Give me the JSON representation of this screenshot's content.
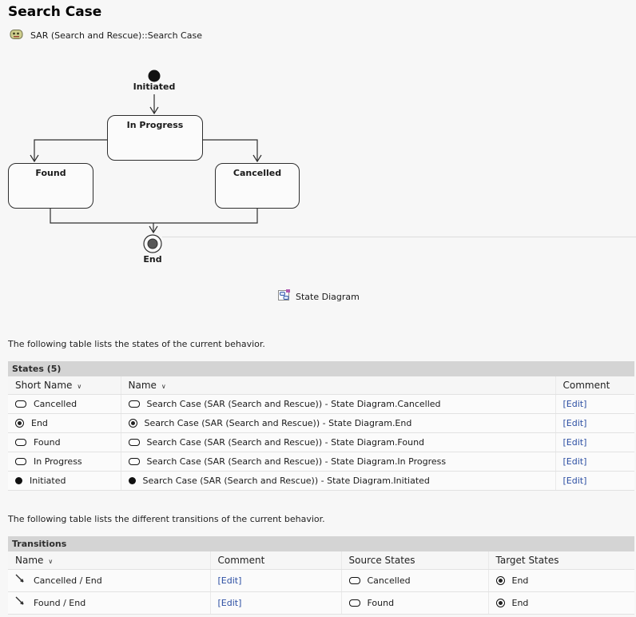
{
  "page": {
    "title": "Search Case",
    "breadcrumb": "SAR (Search and Rescue)::Search Case"
  },
  "ui": {
    "sort_indicator": "∨",
    "edit_label": "[Edit]"
  },
  "colors": {
    "link_blue": "#2b4ea2",
    "table_title_bg": "#d4d4d4",
    "page_bg": "#f7f7f7"
  },
  "icons": {
    "breadcrumb": "use-case-icon",
    "caption": "state-diagram-icon",
    "state": "state-icon",
    "final_state": "final-state-icon",
    "initial_state": "initial-state-icon",
    "transition": "transition-arrow-icon"
  },
  "diagram": {
    "caption": "State Diagram",
    "initial_label": "Initiated",
    "in_progress_label": "In Progress",
    "found_label": "Found",
    "cancelled_label": "Cancelled",
    "final_label": "End"
  },
  "states_section": {
    "intro": "The following table lists the states of the current behavior.",
    "title": "States (5)",
    "columns": {
      "short_name": "Short Name",
      "name": "Name",
      "comment": "Comment"
    },
    "rows": [
      {
        "short_name": "Cancelled",
        "name": "Search Case (SAR (Search and Rescue)) - State Diagram.Cancelled",
        "comment": "[Edit]",
        "icon": "state-icon"
      },
      {
        "short_name": "End",
        "name": "Search Case (SAR (Search and Rescue)) - State Diagram.End",
        "comment": "[Edit]",
        "icon": "final-state-icon"
      },
      {
        "short_name": "Found",
        "name": "Search Case (SAR (Search and Rescue)) - State Diagram.Found",
        "comment": "[Edit]",
        "icon": "state-icon"
      },
      {
        "short_name": "In Progress",
        "name": "Search Case (SAR (Search and Rescue)) - State Diagram.In Progress",
        "comment": "[Edit]",
        "icon": "state-icon"
      },
      {
        "short_name": "Initiated",
        "name": "Search Case (SAR (Search and Rescue)) - State Diagram.Initiated",
        "comment": "[Edit]",
        "icon": "initial-state-icon"
      }
    ]
  },
  "transitions_section": {
    "intro": "The following table lists the different transitions of the current behavior.",
    "title": "Transitions",
    "columns": {
      "name": "Name",
      "comment": "Comment",
      "source": "Source States",
      "target": "Target States"
    },
    "rows": [
      {
        "name": "Cancelled / End",
        "comment": "[Edit]",
        "source": "Cancelled",
        "target": "End"
      },
      {
        "name": "Found / End",
        "comment": "[Edit]",
        "source": "Found",
        "target": "End"
      }
    ]
  }
}
